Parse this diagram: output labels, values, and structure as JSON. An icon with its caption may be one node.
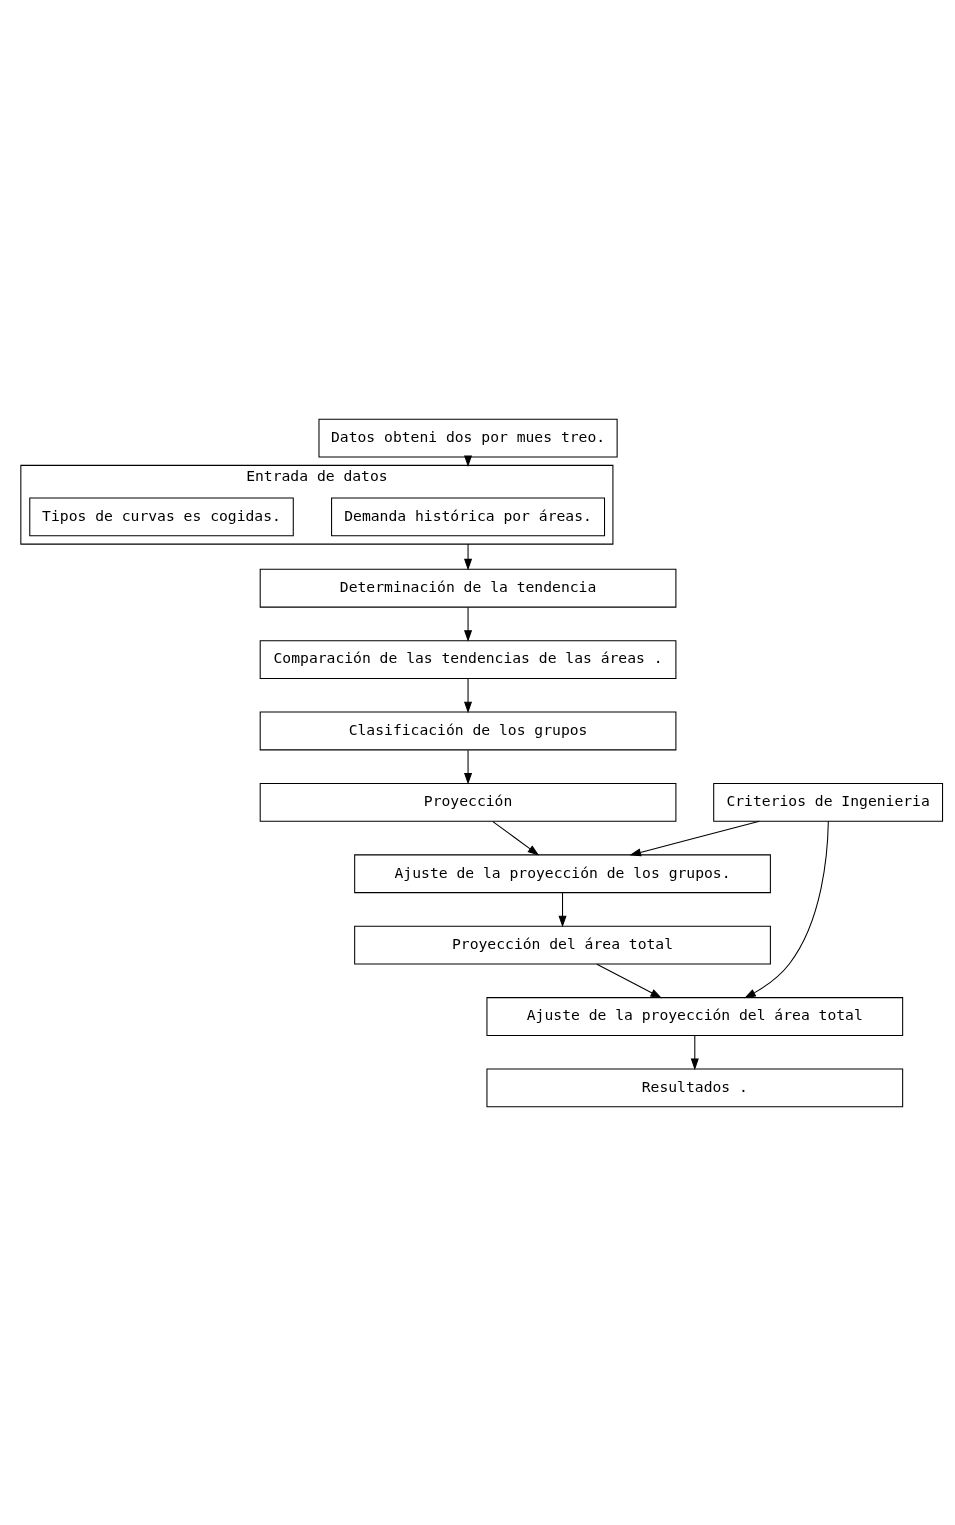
{
  "diagram": {
    "nodes": [
      {
        "text": [
          "Entrada de datos"
        ]
      },
      {
        "text": [
          "Demanda histórica por áreas."
        ],
        "in": 0
      },
      {
        "text": [
          "Tipos de curvas es cogidas."
        ],
        "in": 0
      },
      {
        "text": [
          "Datos obteni dos por mues treo."
        ]
      },
      {
        "text": [
          "Determinación de la tendencia"
        ]
      },
      {
        "text": [
          "Comparación de las tendencias de las áreas ."
        ]
      },
      {
        "text": [
          "Clasificación de los grupos"
        ]
      },
      {
        "text": [
          "Proyección"
        ]
      },
      {
        "text": [
          "Ajuste de la proyección de los grupos."
        ]
      },
      {
        "text": [
          "Proyección del área total"
        ]
      },
      {
        "text": [
          "Criterios de Ingenieria"
        ]
      },
      {
        "text": [
          "Ajuste de la proyección del área total"
        ]
      },
      {
        "text": [
          "Resultados ."
        ]
      }
    ],
    "edges": [
      {
        "from": 3,
        "to": 0,
        "arrow": "to"
      },
      {
        "from": 0,
        "to": 4,
        "arrow": "to"
      },
      {
        "from": 4,
        "to": 5,
        "arrow": "to"
      },
      {
        "from": 5,
        "to": 6,
        "arrow": "to"
      },
      {
        "from": 6,
        "to": 7,
        "arrow": "to"
      },
      {
        "from": 7,
        "to": 8,
        "arrow": "to"
      },
      {
        "from": 10,
        "to": 8,
        "arrow": "to"
      },
      {
        "from": 8,
        "to": 9,
        "arrow": "to"
      },
      {
        "from": 9,
        "to": 11,
        "arrow": "to"
      },
      {
        "from": 10,
        "to": 11,
        "arrow": "to"
      },
      {
        "from": 11,
        "to": 12,
        "arrow": "to"
      }
    ]
  }
}
